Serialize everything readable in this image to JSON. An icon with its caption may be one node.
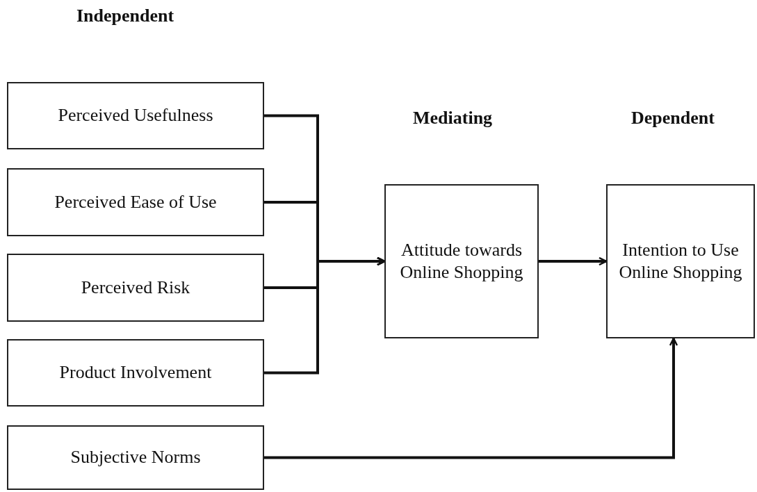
{
  "diagram": {
    "nodes": [
      {
        "text": [
          "Perceived Usefulness"
        ]
      },
      {
        "text": [
          "Perceived Ease of Use"
        ]
      },
      {
        "text": [
          "Perceived Risk"
        ]
      },
      {
        "text": [
          "Product Involvement"
        ]
      },
      {
        "text": [
          "Subjective Norms"
        ]
      },
      {
        "text": [
          "Attitude towards Online Shopping"
        ]
      },
      {
        "text": [
          "Intention to Use Online Shopping"
        ]
      }
    ],
    "edges": [
      {
        "from": 0,
        "to": 5,
        "arrow": "to"
      },
      {
        "from": 1,
        "to": 5,
        "arrow": "to"
      },
      {
        "from": 2,
        "to": 5,
        "arrow": "to"
      },
      {
        "from": 3,
        "to": 5,
        "arrow": "to"
      },
      {
        "from": 5,
        "to": 6,
        "arrow": "to"
      },
      {
        "from": 4,
        "to": 6,
        "arrow": "to"
      }
    ],
    "labels": [
      "Independent",
      "Mediating",
      "Dependent"
    ]
  }
}
